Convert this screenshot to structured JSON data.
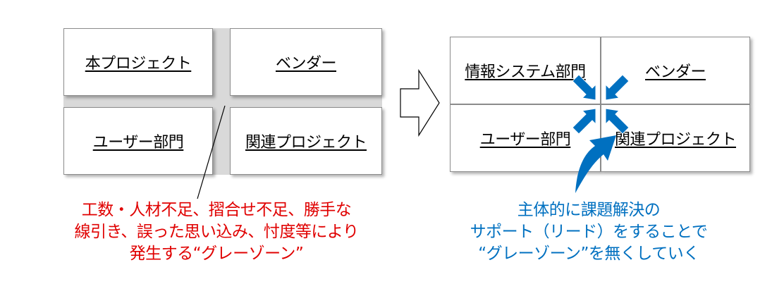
{
  "left_diagram": {
    "top_left": "本プロジェクト",
    "top_right": "ベンダー",
    "bottom_left": "ユーザー部門",
    "bottom_right": "関連プロジェクト"
  },
  "right_diagram": {
    "top_left": "情報システム部門",
    "top_right": "ベンダー",
    "bottom_left": "ユーザー部門",
    "bottom_right": "関連プロジェクト"
  },
  "left_caption": {
    "line1": "工数・人材不足、摺合せ不足、勝手な",
    "line2": "線引き、誤った思い込み、忖度等により",
    "line3": "発生する“グレーゾーン”",
    "color": "#e00000"
  },
  "right_caption": {
    "line1": "主体的に課題解決の",
    "line2": "サポート（リード）をすることで",
    "line3": "“グレーゾーン”を無くしていく",
    "color": "#0070c0"
  },
  "colors": {
    "gray_zone": "#d9d9d9",
    "arrow_blue": "#0070c0"
  }
}
